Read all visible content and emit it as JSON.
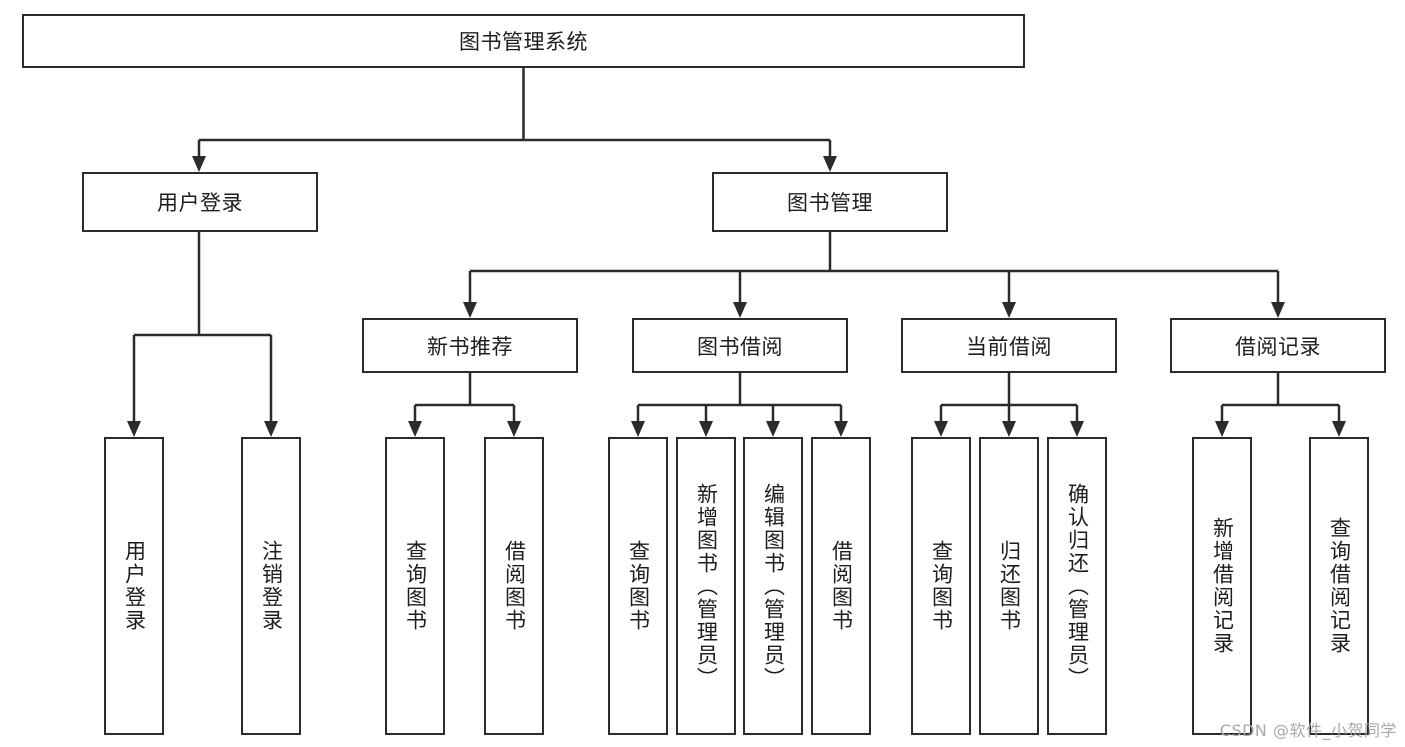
{
  "diagram": {
    "type": "tree-hierarchy-chart",
    "title": "图书管理系统",
    "root": {
      "label": "图书管理系统",
      "children": [
        {
          "label": "用户登录",
          "children": [
            {
              "label": "用户登录"
            },
            {
              "label": "注销登录"
            }
          ]
        },
        {
          "label": "图书管理",
          "children": [
            {
              "label": "新书推荐",
              "children": [
                {
                  "label": "查询图书"
                },
                {
                  "label": "借阅图书"
                }
              ]
            },
            {
              "label": "图书借阅",
              "children": [
                {
                  "label": "查询图书"
                },
                {
                  "label": "新增图书（管理员）"
                },
                {
                  "label": "编辑图书（管理员）"
                },
                {
                  "label": "借阅图书"
                }
              ]
            },
            {
              "label": "当前借阅",
              "children": [
                {
                  "label": "查询图书"
                },
                {
                  "label": "归还图书"
                },
                {
                  "label": "确认归还（管理员）"
                }
              ]
            },
            {
              "label": "借阅记录",
              "children": [
                {
                  "label": "新增借阅记录"
                },
                {
                  "label": "查询借阅记录"
                }
              ]
            }
          ]
        }
      ]
    },
    "nodes": {
      "root": {
        "label": "图书管理系统"
      },
      "level2": [
        {
          "label": "用户登录"
        },
        {
          "label": "图书管理"
        }
      ],
      "level3": [
        {
          "label": "新书推荐"
        },
        {
          "label": "图书借阅"
        },
        {
          "label": "当前借阅"
        },
        {
          "label": "借阅记录"
        }
      ],
      "leaves_user": [
        {
          "label": "用户登录"
        },
        {
          "label": "注销登录"
        }
      ],
      "leaves_newbook": [
        {
          "label": "查询图书"
        },
        {
          "label": "借阅图书"
        }
      ],
      "leaves_borrow": [
        {
          "label": "查询图书"
        },
        {
          "label": "新增图书（管理员）"
        },
        {
          "label": "编辑图书（管理员）"
        },
        {
          "label": "借阅图书"
        }
      ],
      "leaves_current": [
        {
          "label": "查询图书"
        },
        {
          "label": "归还图书"
        },
        {
          "label": "确认归还（管理员）"
        }
      ],
      "leaves_record": [
        {
          "label": "新增借阅记录"
        },
        {
          "label": "查询借阅记录"
        }
      ]
    },
    "colors": {
      "stroke": "#2b2b2b",
      "fill": "#ffffff",
      "text": "#1d1d1d",
      "watermark": "#a8a8a8"
    }
  },
  "watermark": {
    "text": "CSDN @软件_小贺同学"
  }
}
